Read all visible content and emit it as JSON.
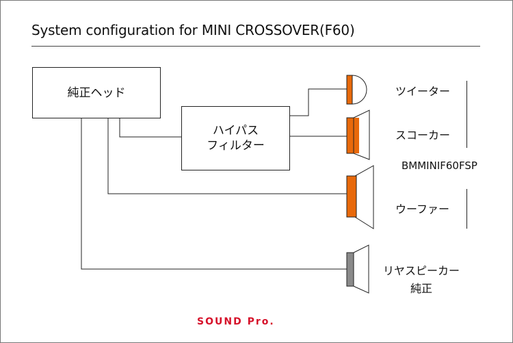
{
  "title": "System configuration for MINI CROSSOVER(F60)",
  "head_unit": "純正ヘッド",
  "hpf": [
    "ハイパス",
    "フィルター"
  ],
  "speakers": {
    "tweeter": "ツイーター",
    "squawker": "スコーカー",
    "woofer": "ウーファー",
    "rear": "リヤスピーカー",
    "rear_note": "純正"
  },
  "product": "BMMINIF60FSP",
  "logo": "SOUND Pro.",
  "colors": {
    "driver_orange": "#e8690b",
    "driver_gray": "#8a8a8a",
    "line": "#222222"
  }
}
